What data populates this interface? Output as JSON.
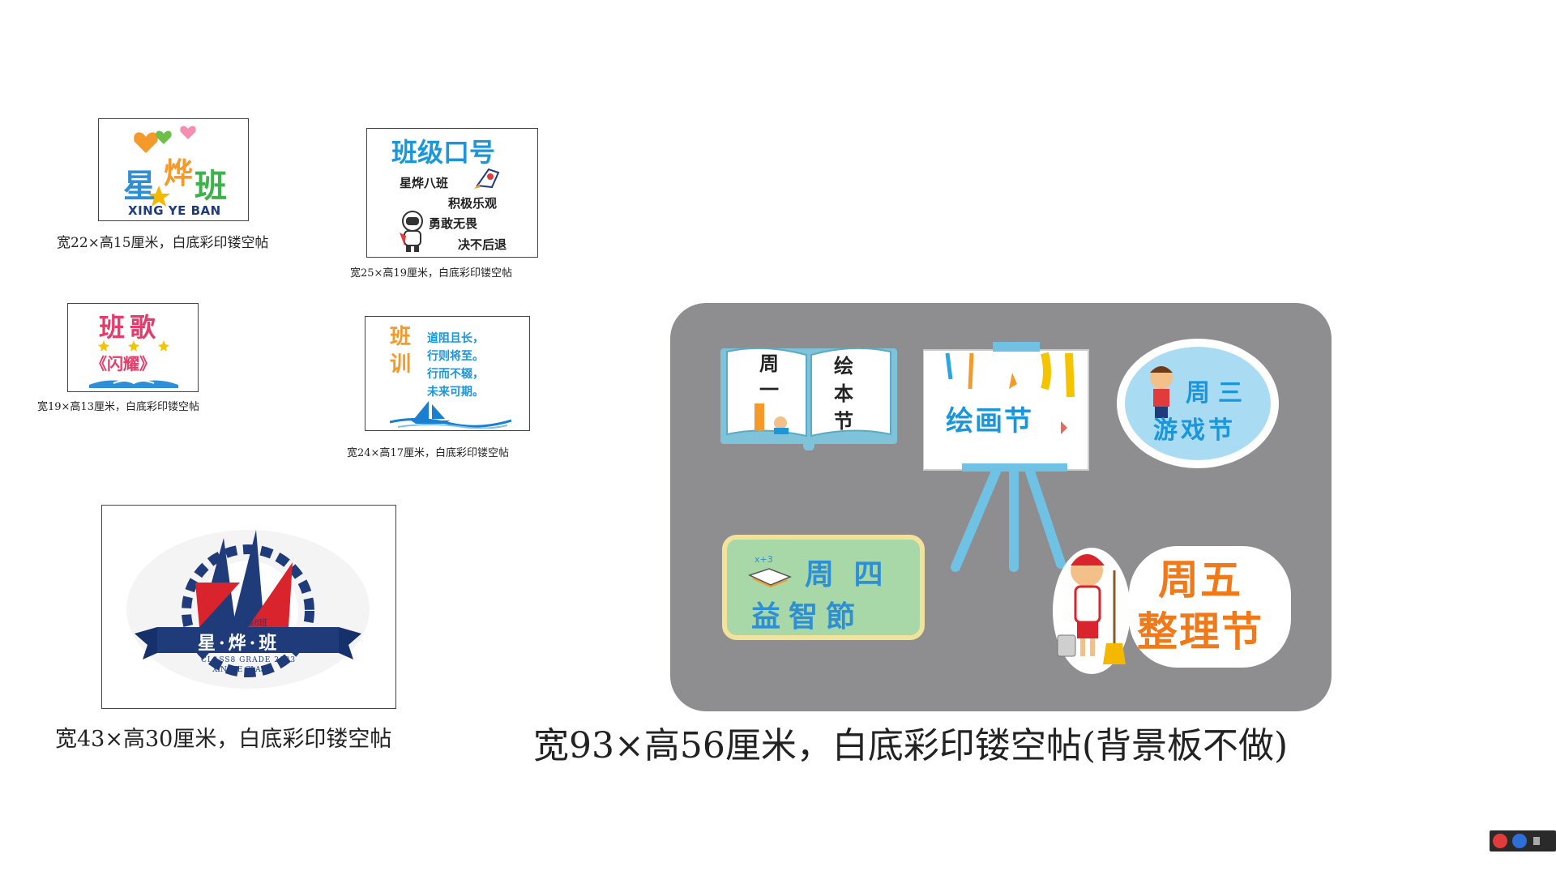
{
  "card1": {
    "title_chars": [
      "星",
      "烨",
      "班"
    ],
    "subtitle": "XING YE BAN",
    "caption": "宽22×高15厘米，白底彩印镂空帖"
  },
  "card2": {
    "title": "班级口号",
    "lines": [
      "星烨八班",
      "积极乐观",
      "勇敢无畏",
      "决不后退"
    ],
    "caption": "宽25×高19厘米，白底彩印镂空帖"
  },
  "card3": {
    "title": "班歌",
    "song": "《闪耀》",
    "caption": "宽19×高13厘米，白底彩印镂空帖"
  },
  "card4": {
    "title_chars": [
      "班",
      "训"
    ],
    "lines": [
      "道阻且长，",
      "行则将至。",
      "行而不辍，",
      "未来可期。"
    ],
    "caption": "宽24×高17厘米，白底彩印镂空帖"
  },
  "card5": {
    "year_text": "2023级8班",
    "banner": "星·烨·班",
    "arc_text": "CLASS8 GRADE 2023",
    "bottom_text": "XINGYE CLASS",
    "caption": "宽43×高30厘米，白底彩印镂空帖"
  },
  "board": {
    "mon": {
      "left": [
        "周",
        "一"
      ],
      "right": [
        "绘",
        "本",
        "节"
      ]
    },
    "tue": {
      "label": "绘画节"
    },
    "wed": {
      "line1": "周三",
      "line2": "游戏节"
    },
    "thu": {
      "line1": "周 四",
      "line2": "益智節"
    },
    "fri": {
      "line1": "周五",
      "line2": "整理节"
    },
    "caption": "宽93×高56厘米，白底彩印镂空帖(背景板不做)"
  },
  "colors": {
    "board_bg": "#8e8e90",
    "book_blue": "#7ec3d9",
    "easel_blue": "#6fc2e4",
    "cloud_blue": "#a9dbf3",
    "thu_green": "#a8d8a8",
    "thu_border": "#f3e39a",
    "fri_orange": "#f07a1a",
    "navy": "#1f3b7a",
    "red": "#d9232d"
  },
  "taskbar": {
    "icons": [
      "sogou-icon",
      "help-icon"
    ]
  }
}
